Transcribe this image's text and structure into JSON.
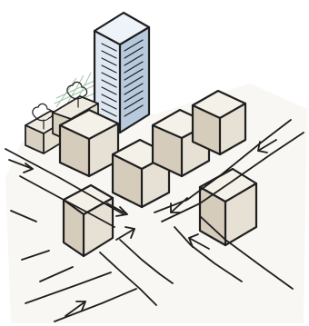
{
  "scene": {
    "subject": "urban-block-intersection-sketch",
    "palette": {
      "paper": "#ffffff",
      "ink": "#1f1f1f",
      "building_light": "#efebe1",
      "building_shadow": "#d8d0c0",
      "building_mid": "#e5dfd0",
      "tower_blue": "#d7e3ef",
      "tower_blue_dark": "#a7b9cf",
      "green_accent": "#9ec7a5",
      "ground_light": "#f3f0e8"
    },
    "elements": [
      "tower",
      "buildings",
      "intersection",
      "arrows",
      "trees"
    ]
  }
}
